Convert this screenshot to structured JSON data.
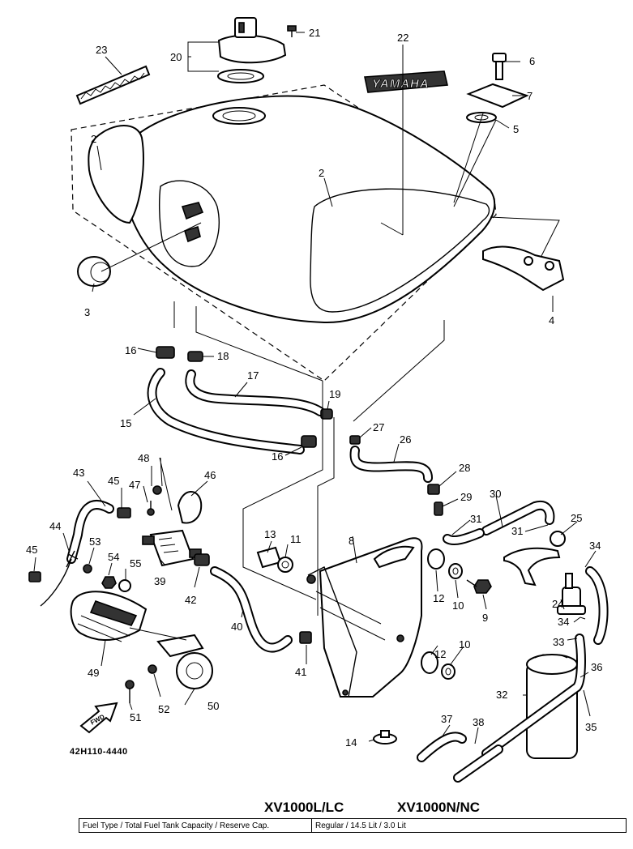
{
  "diagram": {
    "callouts": [
      {
        "id": "1",
        "text": "21"
      },
      {
        "id": "2",
        "text": "20"
      },
      {
        "id": "3",
        "text": "23"
      },
      {
        "id": "4",
        "text": "22"
      },
      {
        "id": "5",
        "text": "6"
      },
      {
        "id": "6",
        "text": "7"
      },
      {
        "id": "7",
        "text": "5"
      },
      {
        "id": "8",
        "text": "2"
      },
      {
        "id": "9",
        "text": "2"
      },
      {
        "id": "10",
        "text": "3"
      },
      {
        "id": "11",
        "text": "4"
      },
      {
        "id": "12",
        "text": "16"
      },
      {
        "id": "13",
        "text": "18"
      },
      {
        "id": "14",
        "text": "17"
      },
      {
        "id": "15",
        "text": "15"
      },
      {
        "id": "16",
        "text": "19"
      },
      {
        "id": "17",
        "text": "16"
      },
      {
        "id": "18",
        "text": "27"
      },
      {
        "id": "19",
        "text": "26"
      },
      {
        "id": "20",
        "text": "28"
      },
      {
        "id": "21",
        "text": "29"
      },
      {
        "id": "22",
        "text": "30"
      },
      {
        "id": "23",
        "text": "31"
      },
      {
        "id": "24",
        "text": "25"
      },
      {
        "id": "25",
        "text": "31"
      },
      {
        "id": "26",
        "text": "34"
      },
      {
        "id": "27",
        "text": "48"
      },
      {
        "id": "28",
        "text": "43"
      },
      {
        "id": "29",
        "text": "45"
      },
      {
        "id": "30",
        "text": "47"
      },
      {
        "id": "31",
        "text": "46"
      },
      {
        "id": "32",
        "text": "44"
      },
      {
        "id": "33",
        "text": "45"
      },
      {
        "id": "34",
        "text": "53"
      },
      {
        "id": "35",
        "text": "54"
      },
      {
        "id": "36",
        "text": "55"
      },
      {
        "id": "37",
        "text": "39"
      },
      {
        "id": "38",
        "text": "42"
      },
      {
        "id": "39",
        "text": "13"
      },
      {
        "id": "40",
        "text": "11"
      },
      {
        "id": "41",
        "text": "8"
      },
      {
        "id": "42",
        "text": "12"
      },
      {
        "id": "43",
        "text": "10"
      },
      {
        "id": "44",
        "text": "9"
      },
      {
        "id": "45",
        "text": "24"
      },
      {
        "id": "46",
        "text": "34"
      },
      {
        "id": "47",
        "text": "33"
      },
      {
        "id": "48",
        "text": "40"
      },
      {
        "id": "49",
        "text": "41"
      },
      {
        "id": "50",
        "text": "49"
      },
      {
        "id": "51",
        "text": "50"
      },
      {
        "id": "52",
        "text": "52"
      },
      {
        "id": "53",
        "text": "51"
      },
      {
        "id": "54",
        "text": "12"
      },
      {
        "id": "55",
        "text": "10"
      },
      {
        "id": "56",
        "text": "36"
      },
      {
        "id": "57",
        "text": "32"
      },
      {
        "id": "58",
        "text": "35"
      },
      {
        "id": "59",
        "text": "37"
      },
      {
        "id": "60",
        "text": "38"
      },
      {
        "id": "61",
        "text": "14"
      }
    ],
    "logo_text": "YAMAHA",
    "forward_label": "FWD",
    "drawing_code": "42H110-4440"
  },
  "models": {
    "left": "XV1000L/LC",
    "right": "XV1000N/NC"
  },
  "spec_table": {
    "label": "Fuel Type / Total Fuel Tank Capacity / Reserve Cap.",
    "value": "Regular / 14.5 Lit / 3.0 Lit"
  }
}
